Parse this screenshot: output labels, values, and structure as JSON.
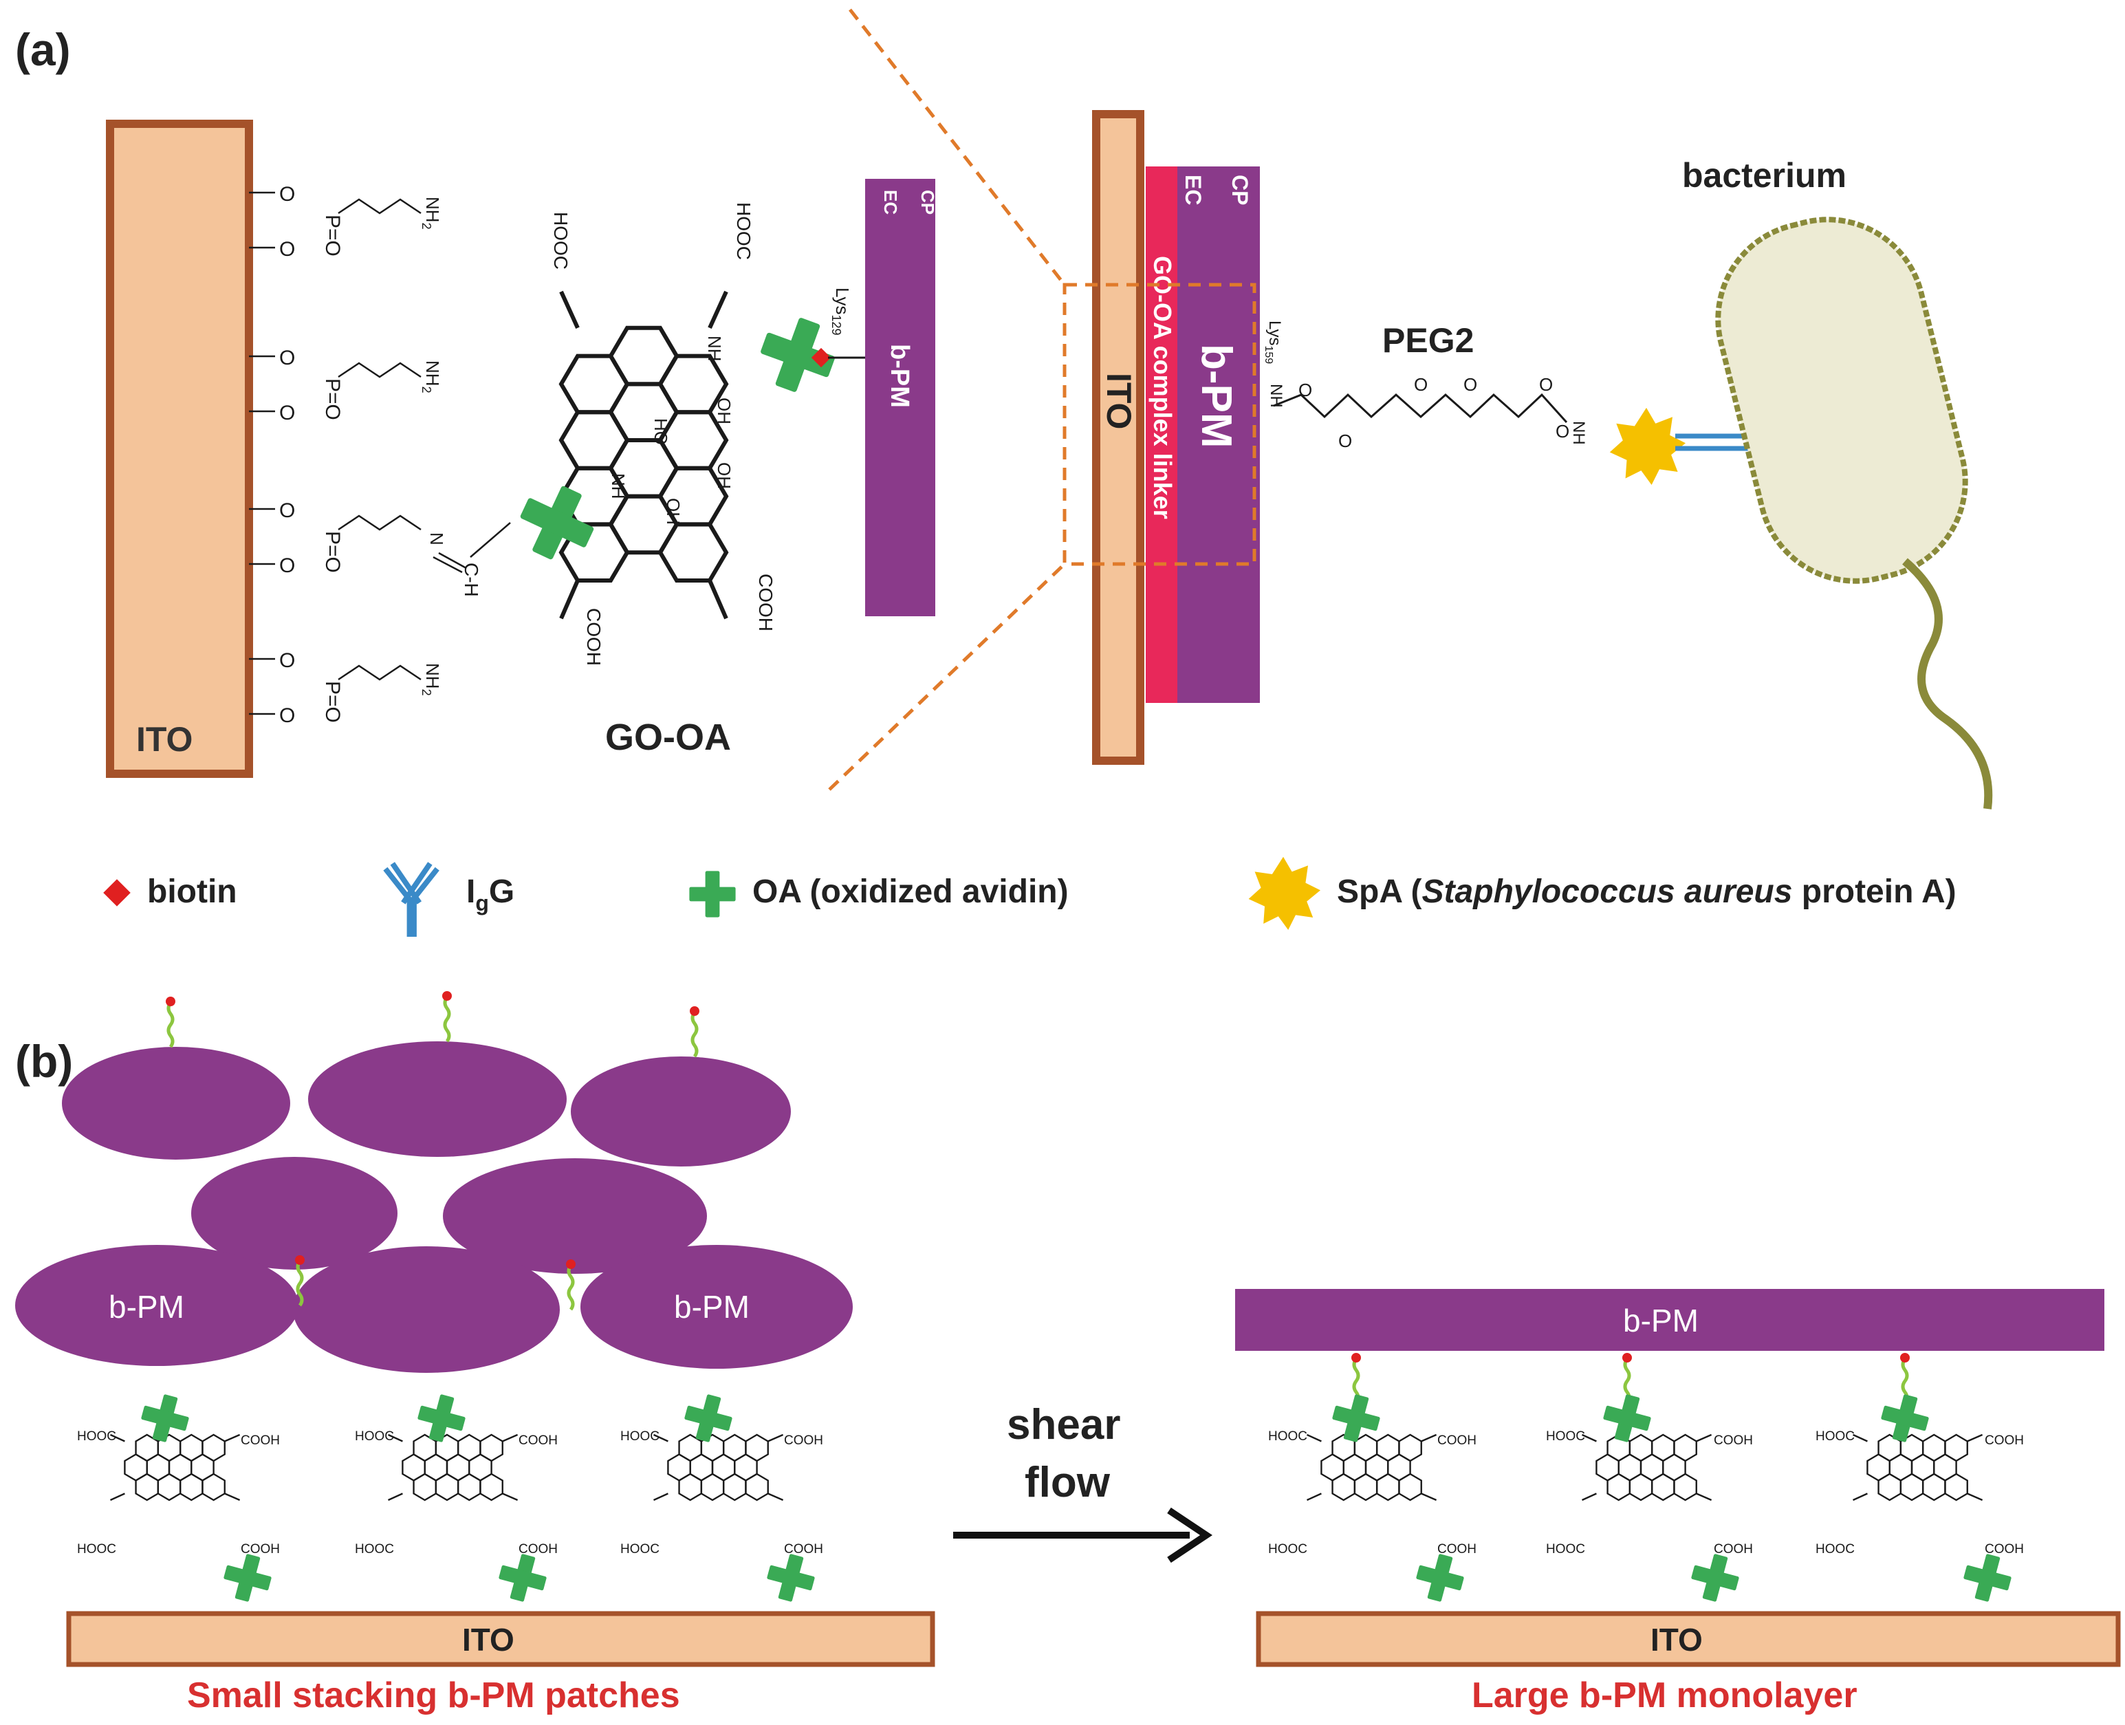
{
  "panel_a": {
    "label": "(a)",
    "ito_label": "ITO",
    "nh2": "NH",
    "nh2_sub": "2",
    "p_eq_o": "P=O",
    "o_atom": "O",
    "ch_link": "C-H",
    "n_atom": "N",
    "hooc": "HOOC",
    "cooh": "COOH",
    "nh": "NH",
    "oh": "OH",
    "ho": "HO",
    "go_oa_label": "GO-OA",
    "lys129": "Lys",
    "lys129_sub": "129",
    "cp": "CP",
    "ec": "EC",
    "bpm_small": "b-PM",
    "zoom": {
      "ito_label": "ITO",
      "linker_label": "GO-OA complex linker",
      "ec": "EC",
      "cp": "CP",
      "bpm_label": "b-PM",
      "lys159": "Lys",
      "lys159_sub": "159",
      "nh": "NH",
      "peg2_label": "PEG2",
      "bacterium_label": "bacterium"
    }
  },
  "legend": {
    "biotin": "biotin",
    "igg_pre": "I",
    "igg_sub": "g",
    "igg_post": "G",
    "oa": "OA (oxidized avidin)",
    "spa_pre": "SpA (",
    "spa_italic": "Staphylococcus aureus",
    "spa_post": " protein A)"
  },
  "panel_b": {
    "label": "(b)",
    "bpm": "b-PM",
    "ito_label": "ITO",
    "left_caption": "Small stacking b-PM patches",
    "arrow_line1": "shear",
    "arrow_line2": "flow",
    "right_caption": "Large b-PM monolayer"
  },
  "colors": {
    "ito_fill": "#F4C49A",
    "ito_border": "#A5522A",
    "purple": "#8A3A8A",
    "pink": "#E8285A",
    "green": "#3AAA55",
    "biotin_red": "#E02020",
    "igg_blue": "#3A8AC8",
    "spa_yellow": "#F5C000",
    "bacterium_fill": "#EDEBD4",
    "bacterium_border": "#8A8A3A",
    "dash_orange": "#E07A2A",
    "caption_red": "#D83030"
  }
}
